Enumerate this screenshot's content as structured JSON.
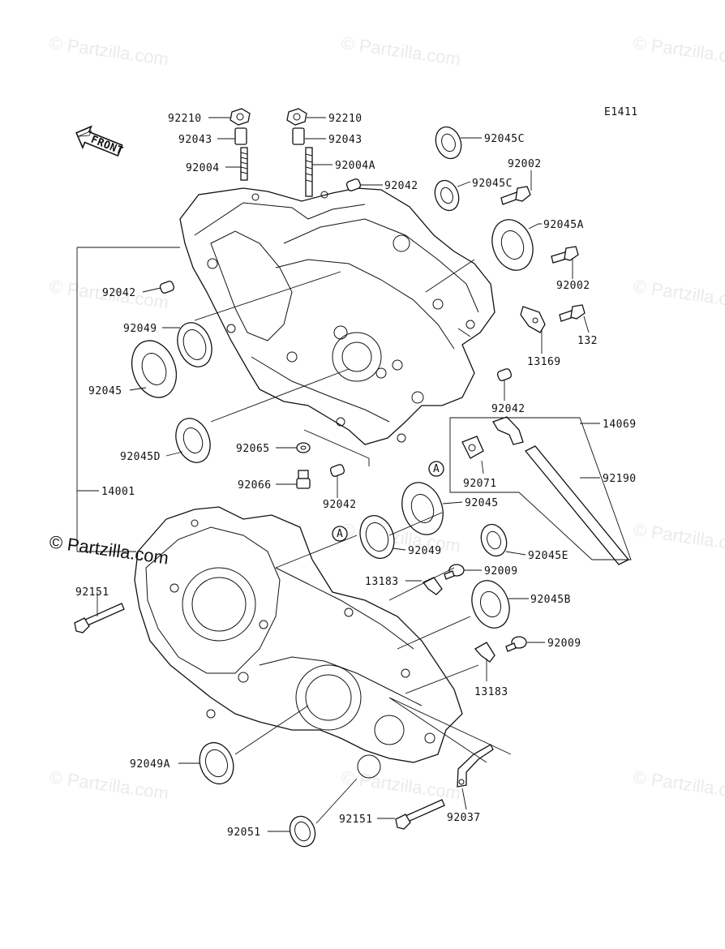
{
  "diagram_code": "E1411",
  "front_label": "FRONT",
  "ref_marker": "A",
  "logo_text": "© Partzilla.com",
  "watermark_text": "© Partzilla.com",
  "parts": {
    "p92210a": "92210",
    "p92210b": "92210",
    "p92043a": "92043",
    "p92043b": "92043",
    "p92004": "92004",
    "p92004A": "92004A",
    "p92042top": "92042",
    "p92042left": "92042",
    "p92042right": "92042",
    "p92042mid": "92042",
    "p92045Ctop": "92045C",
    "p92045C2": "92045C",
    "p92002top": "92002",
    "p92002b": "92002",
    "p92045A": "92045A",
    "p132": "132",
    "p13169": "13169",
    "p92049": "92049",
    "p92045": "92045",
    "p92045D": "92045D",
    "p92065": "92065",
    "p92066": "92066",
    "p14001": "14001",
    "p14069": "14069",
    "p92071": "92071",
    "p92190": "92190",
    "p92045mid": "92045",
    "p92049mid": "92049",
    "p92045E": "92045E",
    "p92009a": "92009",
    "p13183a": "13183",
    "p92045B": "92045B",
    "p92009b": "92009",
    "p13183b": "13183",
    "p92151left": "92151",
    "p92049A": "92049A",
    "p92051": "92051",
    "p92151bottom": "92151",
    "p92037": "92037"
  }
}
